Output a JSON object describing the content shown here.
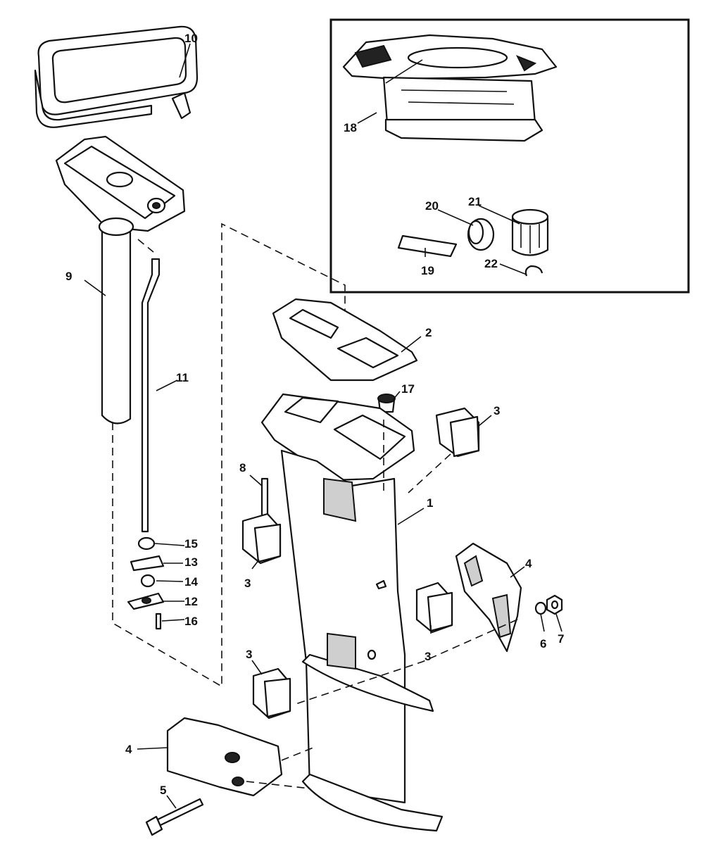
{
  "callouts": {
    "c1": "1",
    "c2": "2",
    "c3a": "3",
    "c3b": "3",
    "c3c": "3",
    "c3d": "3",
    "c4a": "4",
    "c4b": "4",
    "c5": "5",
    "c6": "6",
    "c7": "7",
    "c8": "8",
    "c9": "9",
    "c10": "10",
    "c11": "11",
    "c12": "12",
    "c13": "13",
    "c14": "14",
    "c15": "15",
    "c16": "16",
    "c17": "17",
    "c18": "18",
    "c19": "19",
    "c20": "20",
    "c21": "21",
    "c22": "22"
  }
}
